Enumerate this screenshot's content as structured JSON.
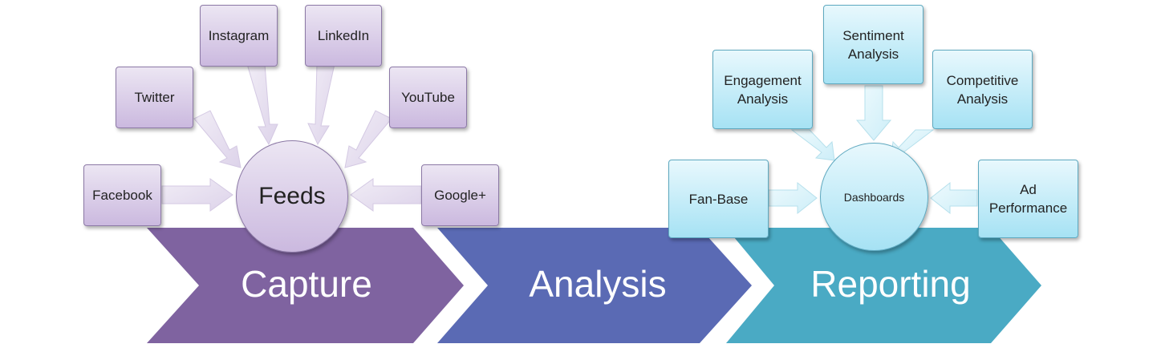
{
  "colors": {
    "capture": "#7f63a0",
    "analysis": "#5a6ab4",
    "reporting": "#4aaac4",
    "arrow_purple": "#e4ddee",
    "arrow_cyan": "#d9f3fa"
  },
  "stages": {
    "capture": "Capture",
    "analysis": "Analysis",
    "reporting": "Reporting"
  },
  "capture": {
    "hub": "Feeds",
    "sources": {
      "instagram": "Instagram",
      "linkedin": "LinkedIn",
      "twitter": "Twitter",
      "youtube": "YouTube",
      "facebook": "Facebook",
      "google_plus": "Google+"
    }
  },
  "reporting": {
    "hub": "Dashboards",
    "sources": {
      "sentiment": "Sentiment Analysis",
      "engagement": "Engagement Analysis",
      "competitive": "Competitive Analysis",
      "fan_base": "Fan-Base",
      "ad_performance": "Ad Performance"
    }
  }
}
